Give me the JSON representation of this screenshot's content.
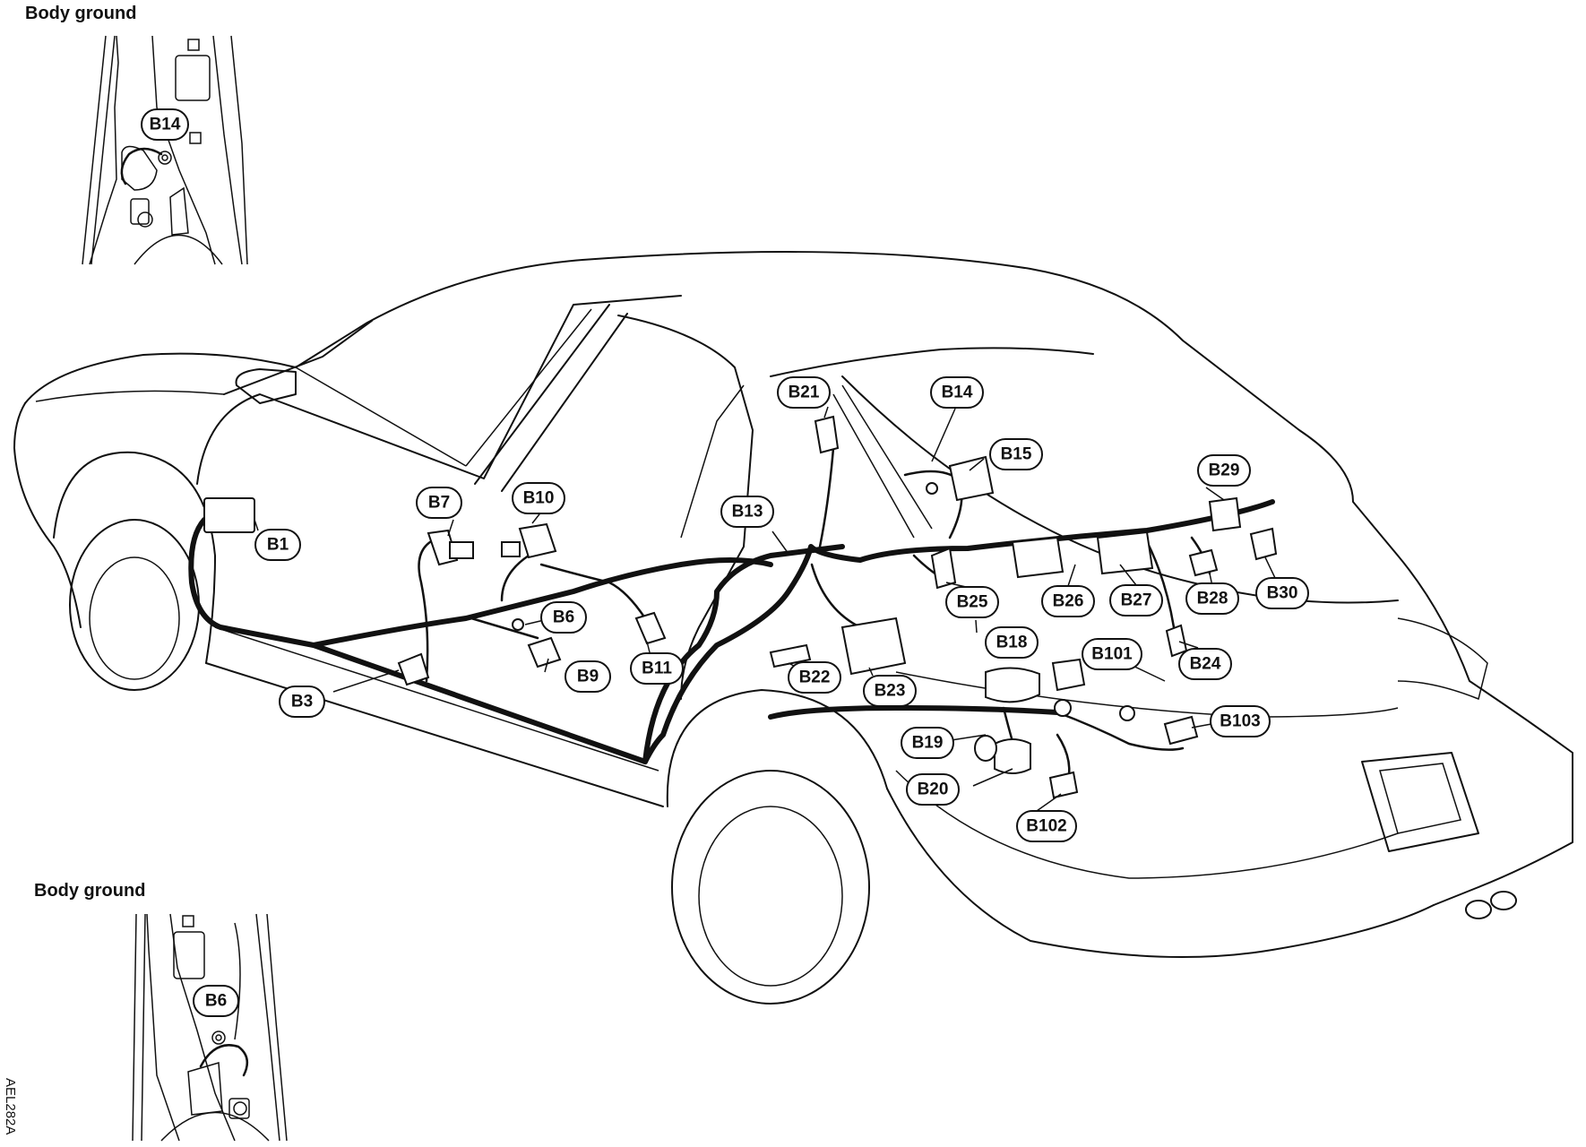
{
  "insets": {
    "top_title": "Body ground",
    "top_connector": "B14",
    "bottom_title": "Body ground",
    "bottom_connector": "B6"
  },
  "connectors": [
    "B1",
    "B3",
    "B6",
    "B7",
    "B9",
    "B10",
    "B11",
    "B13",
    "B14",
    "B15",
    "B18",
    "B19",
    "B20",
    "B21",
    "B22",
    "B23",
    "B24",
    "B25",
    "B26",
    "B27",
    "B28",
    "B29",
    "B30",
    "B101",
    "B102",
    "B103"
  ],
  "figure_id": "AEL282A"
}
